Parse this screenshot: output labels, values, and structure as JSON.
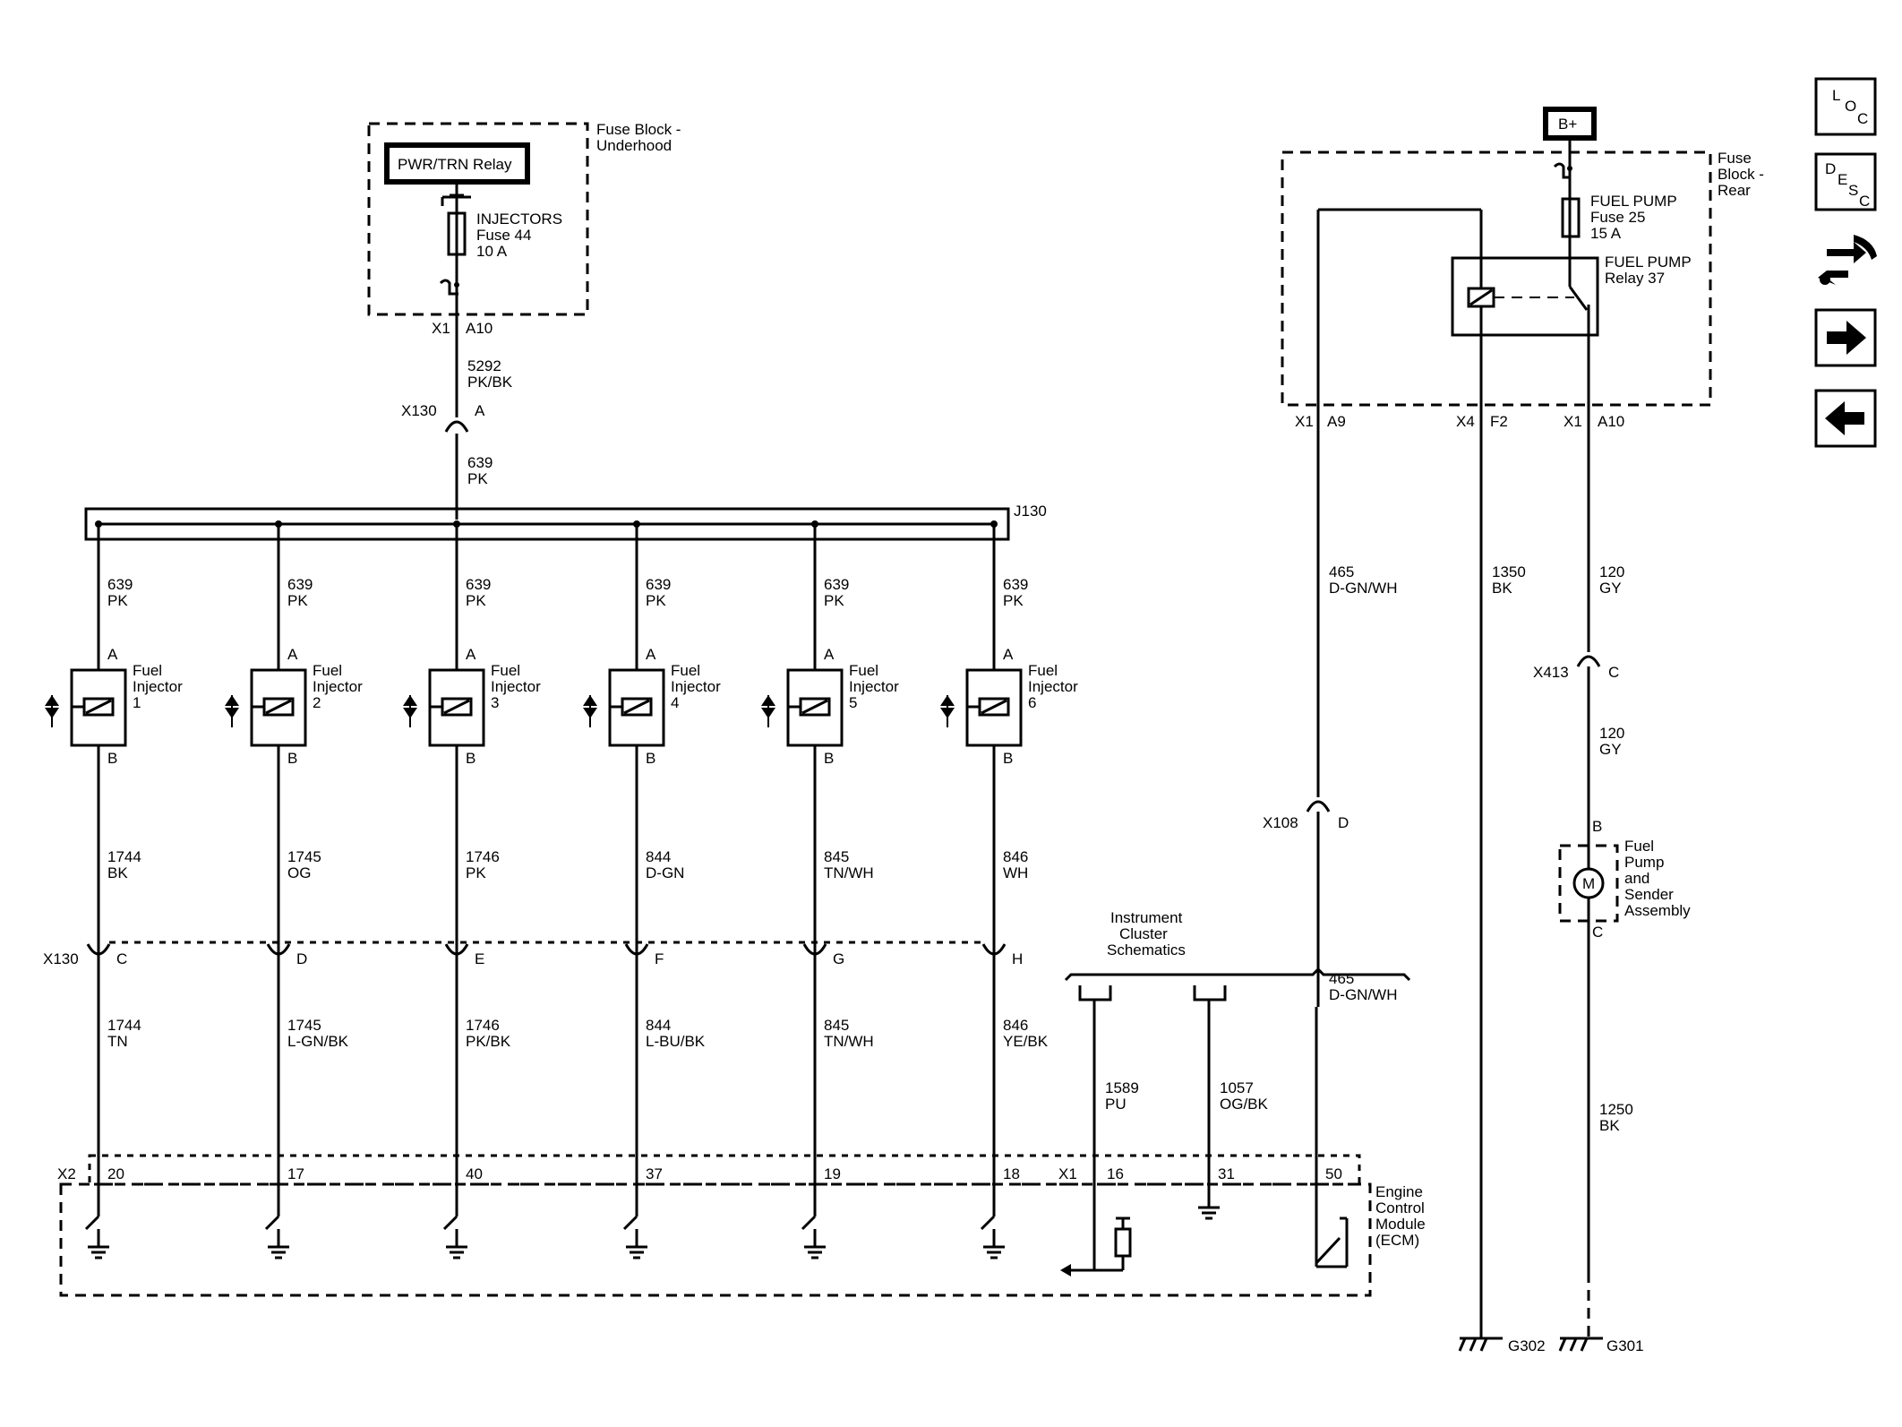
{
  "fuse_block_underhood": {
    "title_l1": "Fuse Block -",
    "title_l2": "Underhood",
    "relay_label": "PWR/TRN Relay",
    "fuse_l1": "INJECTORS",
    "fuse_l2": "Fuse 44",
    "fuse_l3": "10 A",
    "conn": "X1",
    "pin": "A10"
  },
  "supply": {
    "w1_circuit": "5292",
    "w1_color": "PK/BK",
    "conn_x130": "X130",
    "conn_x130_pin": "A",
    "w2_circuit": "639",
    "w2_color": "PK",
    "splice": "J130"
  },
  "injectors": [
    {
      "upper_circuit": "639",
      "upper_color": "PK",
      "pin_a": "A",
      "pin_b": "B",
      "name_l1": "Fuel",
      "name_l2": "Injector",
      "num": "1",
      "mid_circuit": "1744",
      "mid_color": "BK",
      "conn_pin": "C",
      "low_circuit": "1744",
      "low_color": "TN",
      "ecm_pin": "20"
    },
    {
      "upper_circuit": "639",
      "upper_color": "PK",
      "pin_a": "A",
      "pin_b": "B",
      "name_l1": "Fuel",
      "name_l2": "Injector",
      "num": "2",
      "mid_circuit": "1745",
      "mid_color": "OG",
      "conn_pin": "D",
      "low_circuit": "1745",
      "low_color": "L-GN/BK",
      "ecm_pin": "17"
    },
    {
      "upper_circuit": "639",
      "upper_color": "PK",
      "pin_a": "A",
      "pin_b": "B",
      "name_l1": "Fuel",
      "name_l2": "Injector",
      "num": "3",
      "mid_circuit": "1746",
      "mid_color": "PK",
      "conn_pin": "E",
      "low_circuit": "1746",
      "low_color": "PK/BK",
      "ecm_pin": "40"
    },
    {
      "upper_circuit": "639",
      "upper_color": "PK",
      "pin_a": "A",
      "pin_b": "B",
      "name_l1": "Fuel",
      "name_l2": "Injector",
      "num": "4",
      "mid_circuit": "844",
      "mid_color": "D-GN",
      "conn_pin": "F",
      "low_circuit": "844",
      "low_color": "L-BU/BK",
      "ecm_pin": "37"
    },
    {
      "upper_circuit": "639",
      "upper_color": "PK",
      "pin_a": "A",
      "pin_b": "B",
      "name_l1": "Fuel",
      "name_l2": "Injector",
      "num": "5",
      "mid_circuit": "845",
      "mid_color": "TN/WH",
      "conn_pin": "G",
      "low_circuit": "845",
      "low_color": "TN/WH",
      "ecm_pin": "19"
    },
    {
      "upper_circuit": "639",
      "upper_color": "PK",
      "pin_a": "A",
      "pin_b": "B",
      "name_l1": "Fuel",
      "name_l2": "Injector",
      "num": "6",
      "mid_circuit": "846",
      "mid_color": "WH",
      "conn_pin": "H",
      "low_circuit": "846",
      "low_color": "YE/BK",
      "ecm_pin": "18"
    }
  ],
  "connector_x130_label": "X130",
  "ecm": {
    "conn_x2": "X2",
    "conn_x1": "X1",
    "title_l1": "Engine",
    "title_l2": "Control",
    "title_l3": "Module",
    "title_l4": "(ECM)",
    "pin_16": "16",
    "pin_31": "31",
    "pin_50": "50"
  },
  "instrument_cluster": {
    "l1": "Instrument",
    "l2": "Cluster",
    "l3": "Schematics",
    "w1_circuit": "1589",
    "w1_color": "PU",
    "w2_circuit": "1057",
    "w2_color": "OG/BK"
  },
  "fuse_block_rear": {
    "bplus": "B+",
    "title_l1": "Fuse",
    "title_l2": "Block -",
    "title_l3": "Rear",
    "fuse_l1": "FUEL PUMP",
    "fuse_l2": "Fuse 25",
    "fuse_l3": "15 A",
    "relay_l1": "FUEL PUMP",
    "relay_l2": "Relay 37",
    "c1_conn": "X1",
    "c1_pin": "A9",
    "c2_conn": "X4",
    "c2_pin": "F2",
    "c3_conn": "X1",
    "c3_pin": "A10"
  },
  "pump_circuit": {
    "w465_circuit": "465",
    "w465_color": "D-GN/WH",
    "w1350_circuit": "1350",
    "w1350_color": "BK",
    "w120_circuit": "120",
    "w120_color": "GY",
    "x413": "X413",
    "x413_pin": "C",
    "w120b_circuit": "120",
    "w120b_color": "GY",
    "x108": "X108",
    "x108_pin": "D",
    "w465b_circuit": "465",
    "w465b_color": "D-GN/WH",
    "pump_pin_b": "B",
    "pump_pin_c": "C",
    "pump_motor": "M",
    "pump_l1": "Fuel",
    "pump_l2": "Pump",
    "pump_l3": "and",
    "pump_l4": "Sender",
    "pump_l5": "Assembly",
    "w1250_circuit": "1250",
    "w1250_color": "BK",
    "g302": "G302",
    "g301": "G301"
  },
  "nav": {
    "loc_l": "L",
    "loc_o": "O",
    "loc_c": "C",
    "desc_d": "D",
    "desc_e": "E",
    "desc_s": "S",
    "desc_c": "C"
  }
}
